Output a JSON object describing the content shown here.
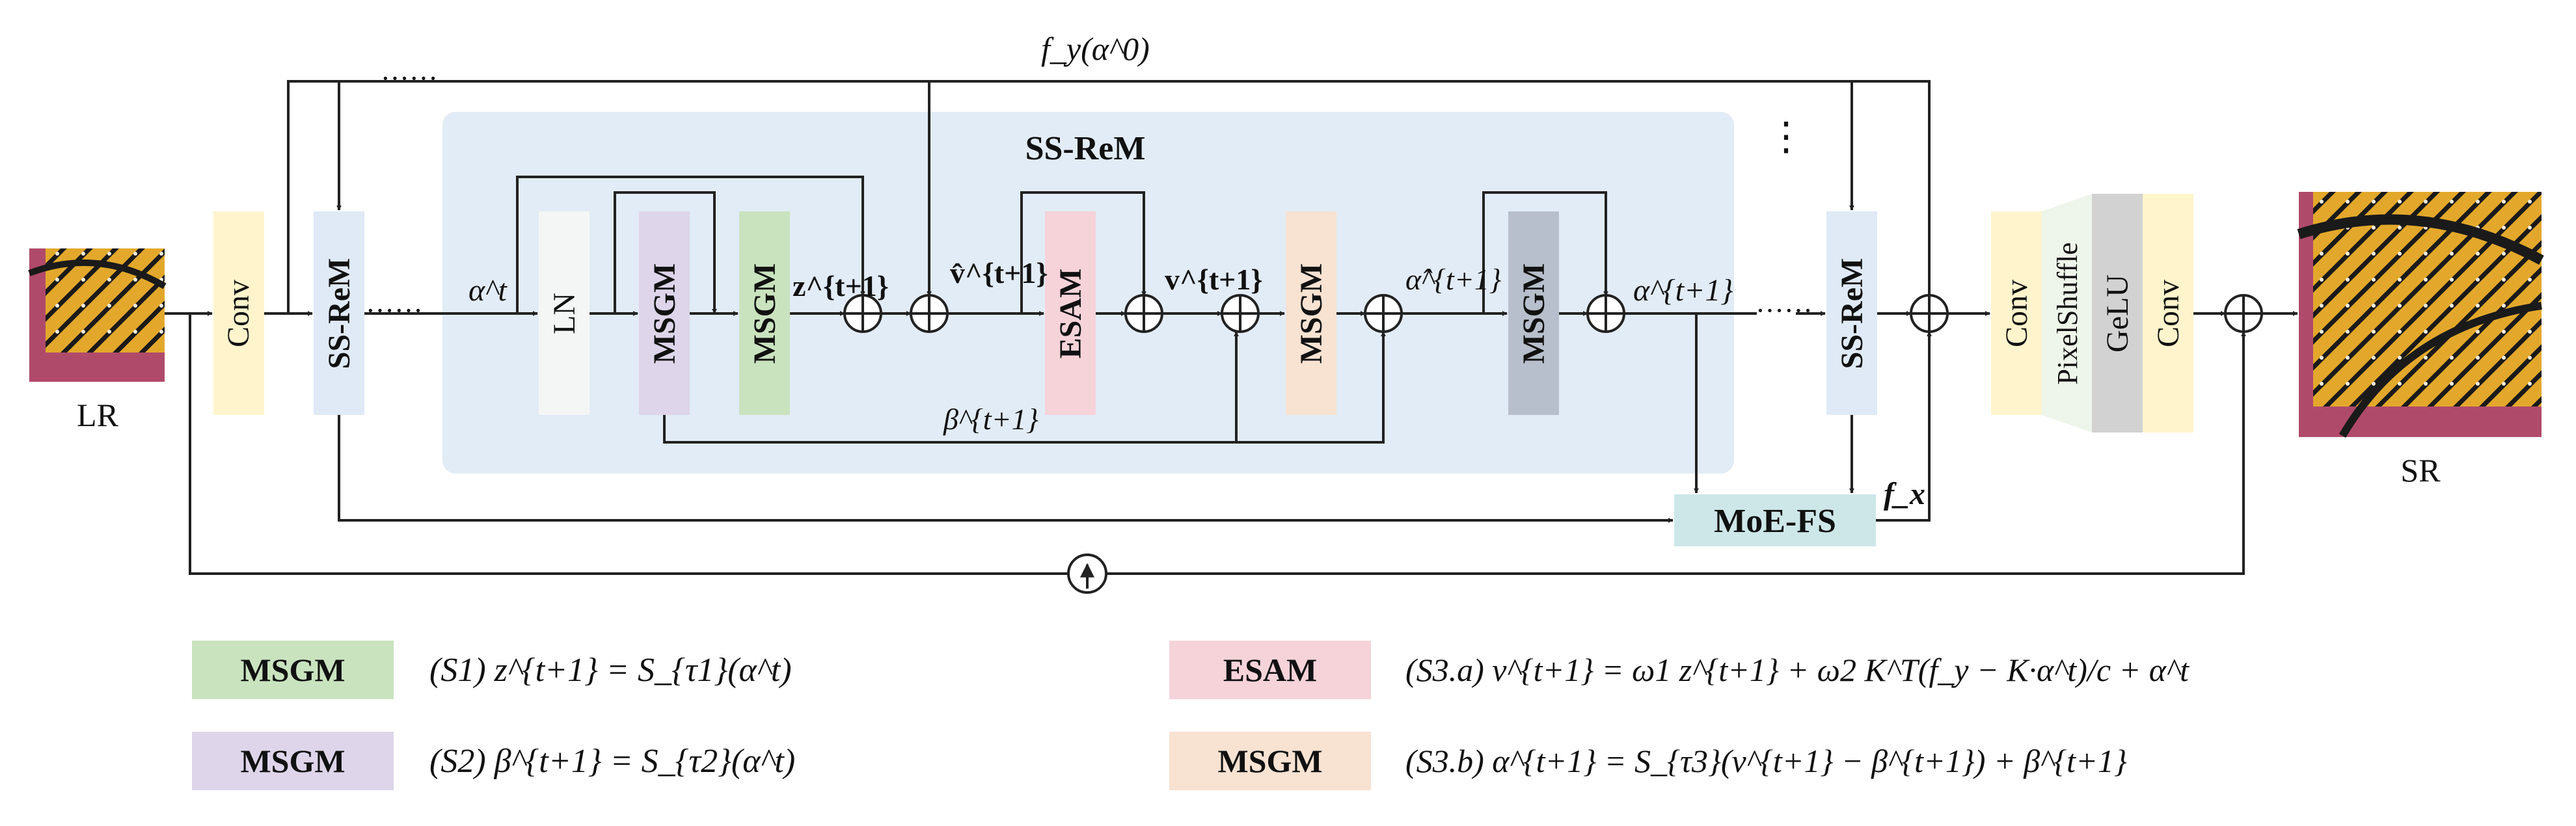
{
  "inputs": {
    "lr_label": "LR",
    "sr_label": "SR"
  },
  "blocks": {
    "conv": "Conv",
    "ssrem": "SS-ReM",
    "ssrem_group_title": "SS-ReM",
    "ln": "LN",
    "msgm": "MSGM",
    "esam": "ESAM",
    "moe_fs": "MoE-FS",
    "pixelshuffle": "PixelShuffle",
    "gelu": "GeLU"
  },
  "annotations": {
    "fy_alpha0": "f_y(α^0)",
    "fx": "f_x",
    "alpha_t": "α^t",
    "z_t1": "z^{t+1}",
    "vhat_t1": "v̂^{t+1}",
    "v_t1": "v^{t+1}",
    "alphahat_t1": "α̂^{t+1}",
    "alpha_t1": "α^{t+1}",
    "beta_t1": "β^{t+1}",
    "dots_h": "······",
    "dots_v": "⋮"
  },
  "legend": [
    {
      "block": "MSGM",
      "color": "#c9e3bf",
      "equation": "(S1) z^{t+1} = S_{τ1}(α^t)"
    },
    {
      "block": "MSGM",
      "color": "#ded5ea",
      "equation": "(S2) β^{t+1} = S_{τ2}(α^t)"
    },
    {
      "block": "ESAM",
      "color": "#f5d3d9",
      "equation": "(S3.a) v^{t+1} = ω1 z^{t+1} + ω2 K^T(f_y − K·α^t)/c + α^t"
    },
    {
      "block": "MSGM",
      "color": "#f8e2d2",
      "equation": "(S3.b) α^{t+1} = S_{τ3}(v^{t+1} − β^{t+1}) + β^{t+1}"
    }
  ],
  "colors": {
    "conv": "#fff4cc",
    "ssrem": "#dfeaf6",
    "ssrem_group_bg": "#e2ecf6",
    "ln": "#f3f6f5",
    "msgm_purple": "#ded5ea",
    "msgm_green": "#c9e3bf",
    "esam": "#f5d3d9",
    "msgm_peach": "#f8e2d2",
    "msgm_slate": "#b7bfcc",
    "moe_fs": "#cde7e9",
    "pixelshuffle": "#eef5ea",
    "gelu": "#d2d2d2"
  }
}
